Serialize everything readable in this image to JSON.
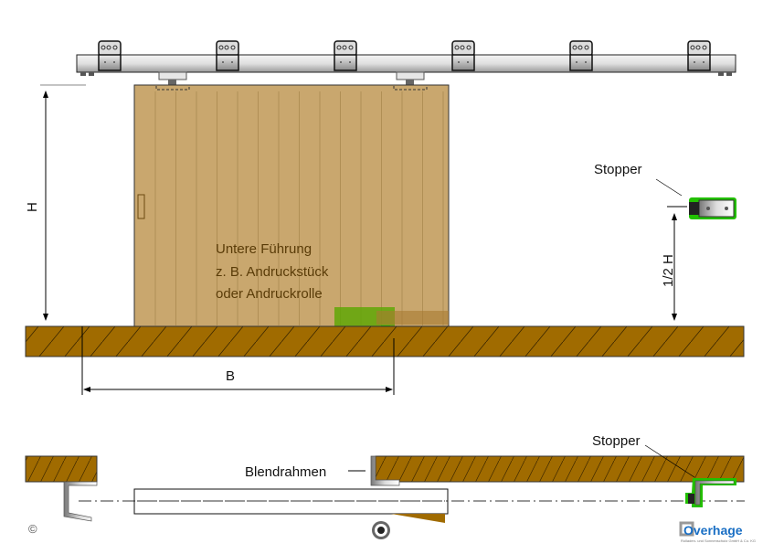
{
  "labels": {
    "height": "H",
    "half_height": "1/2 H",
    "width": "B",
    "stopper_top": "Stopper",
    "stopper_bottom": "Stopper",
    "frame": "Blendrahmen",
    "copyright": "©"
  },
  "door_text": [
    "Untere Führung",
    "z. B. Andruckstück",
    "oder Andruckrolle"
  ],
  "logo": {
    "name": "Overhage",
    "subtitle": "Rolladen- und Sonnenschutz GmbH & Co. KG"
  },
  "colors": {
    "wood": "#9e6a00",
    "door": "#c9a76e",
    "guide": "#5aa800",
    "stopper_outline": "#22c000",
    "rail": "#d8d8d8",
    "logo_blue": "#1a6fc4"
  }
}
